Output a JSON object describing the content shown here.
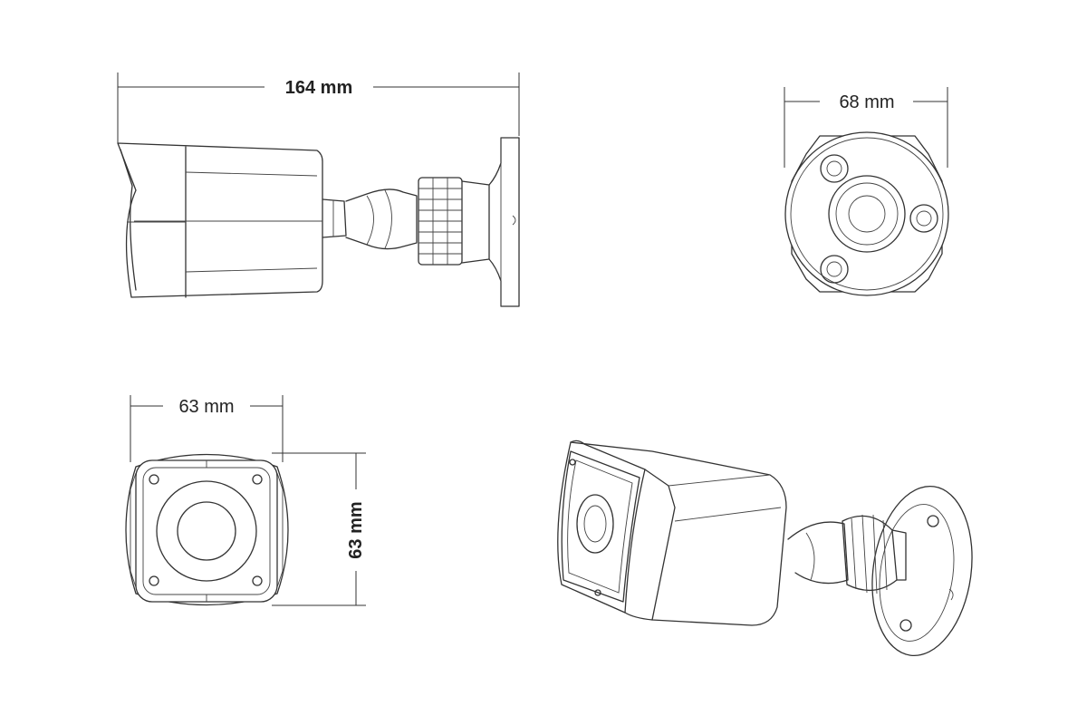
{
  "dimensions": {
    "side_length": "164 mm",
    "rear_diameter": "68 mm",
    "front_width": "63 mm",
    "front_height": "63 mm"
  },
  "colors": {
    "line": "#333333",
    "background": "#ffffff"
  }
}
